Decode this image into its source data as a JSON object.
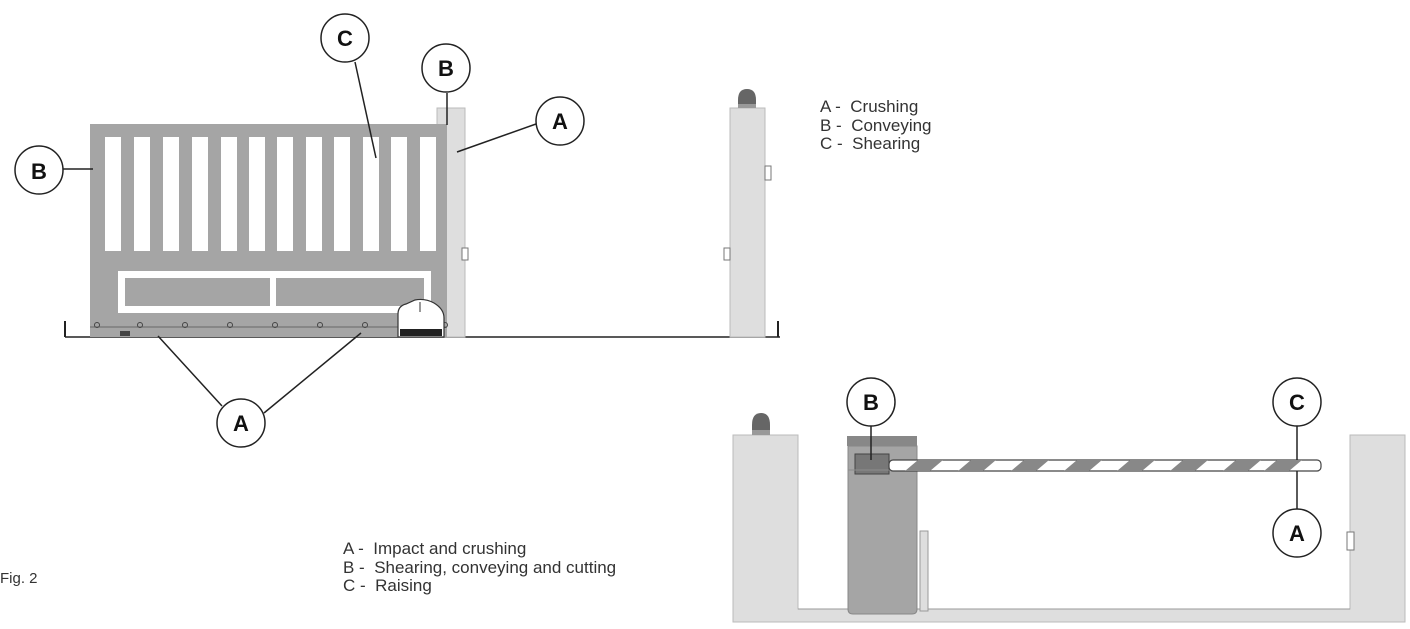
{
  "legend_gate": [
    {
      "key": "A -",
      "text": "Crushing"
    },
    {
      "key": "B -",
      "text": "Conveying"
    },
    {
      "key": "C -",
      "text": "Shearing"
    }
  ],
  "legend_barrier": [
    {
      "key": "A -",
      "text": "Impact and crushing"
    },
    {
      "key": "B -",
      "text": "Shearing, conveying and cutting"
    },
    {
      "key": "C -",
      "text": "Raising"
    }
  ],
  "figure_label": "Fig. 2",
  "callouts": {
    "gate_b_left": "B",
    "gate_c": "C",
    "gate_b_top": "B",
    "gate_a_right": "A",
    "gate_a_bottom": "A",
    "barrier_b": "B",
    "barrier_c": "C",
    "barrier_a": "A"
  },
  "colors": {
    "gate_fill": "#a5a5a5",
    "post_fill": "#dedede",
    "line": "#222222"
  }
}
